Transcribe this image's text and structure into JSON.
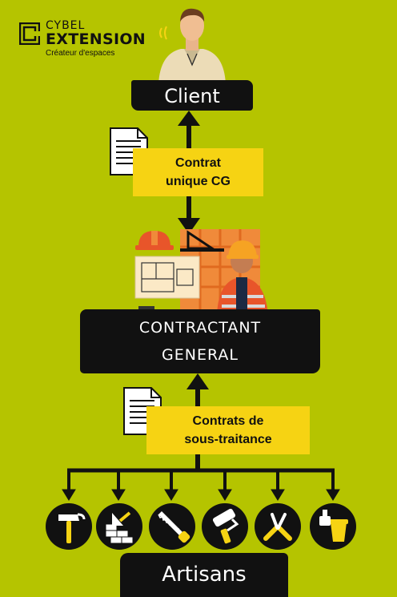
{
  "logo": {
    "line1": "CYBEL",
    "line2": "EXTENSION",
    "tagline": "Créateur d'espaces"
  },
  "nodes": {
    "client": "Client",
    "contractant_line1": "CONTRACTANT",
    "contractant_line2": "GENERAL",
    "artisans": "Artisans"
  },
  "contracts": {
    "main_line1": "Contrat",
    "main_line2": "unique CG",
    "sub_line1": "Contrats de",
    "sub_line2": "sous-traitance"
  },
  "tools": [
    {
      "icon": "hammer-icon"
    },
    {
      "icon": "masonry-trowel-icon"
    },
    {
      "icon": "saw-icon"
    },
    {
      "icon": "paint-roller-icon"
    },
    {
      "icon": "pliers-icon"
    },
    {
      "icon": "paint-bucket-icon"
    }
  ],
  "colors": {
    "background": "#b5c400",
    "label_bg": "#111111",
    "contract_box": "#f6d313",
    "tool_accent": "#f6d313"
  }
}
